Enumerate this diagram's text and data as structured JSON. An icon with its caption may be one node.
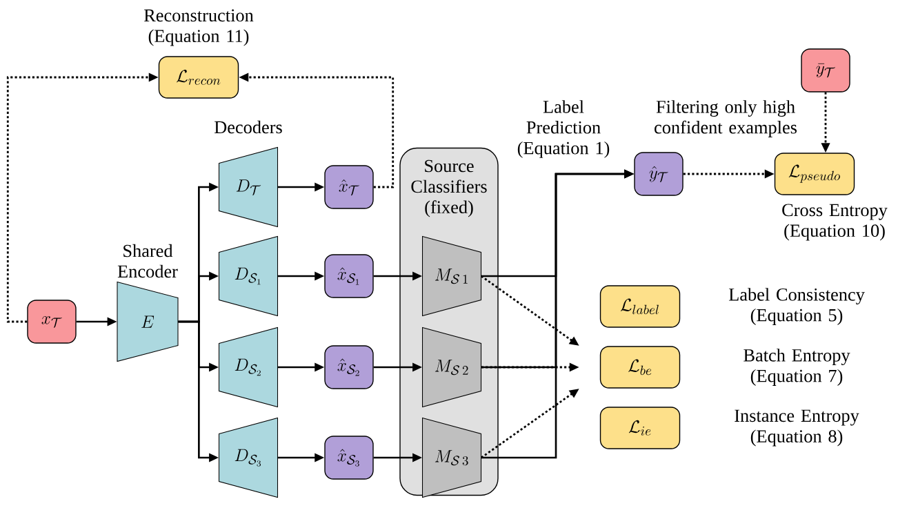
{
  "diagram": {
    "nodes": [
      {
        "text": [
          "x_{\\mathcal{T}}"
        ]
      },
      {
        "text": [
          "E"
        ],
        "beside": [
          "Shared Encoder"
        ]
      },
      {
        "text": [
          "D_{\\mathcal{T}}"
        ]
      },
      {
        "text": [
          "D_{\\mathcal{S}_1}"
        ]
      },
      {
        "text": [
          "D_{\\mathcal{S}_2}"
        ]
      },
      {
        "text": [
          "D_{\\mathcal{S}_3}"
        ]
      },
      {
        "text": [
          "\\hat{x}_{\\mathcal{T}}"
        ]
      },
      {
        "text": [
          "\\hat{x}_{\\mathcal{S}_1}"
        ]
      },
      {
        "text": [
          "\\hat{x}_{\\mathcal{S}_2}"
        ]
      },
      {
        "text": [
          "\\hat{x}_{\\mathcal{S}_3}"
        ]
      },
      {
        "text": [
          "Source Classifiers (fixed)"
        ]
      },
      {
        "text": [
          "M_{\\mathcal{S}\\,1}"
        ],
        "in": 10
      },
      {
        "text": [
          "M_{\\mathcal{S}\\,2}"
        ],
        "in": 10
      },
      {
        "text": [
          "M_{\\mathcal{S}\\,3}"
        ],
        "in": 10
      },
      {
        "text": [
          "\\mathcal{L}_{recon}"
        ],
        "beside": [
          "Reconstruction (Equation 11)"
        ]
      },
      {
        "text": [
          "\\hat{y}_{\\mathcal{T}}"
        ]
      },
      {
        "text": [
          "\\bar{y}_{\\mathcal{T}}"
        ]
      },
      {
        "text": [
          "\\mathcal{L}_{pseudo}"
        ],
        "beside": [
          "Cross Entropy (Equation 10)"
        ]
      },
      {
        "text": [
          "\\mathcal{L}_{label}"
        ],
        "beside": [
          "Label Consistency (Equation 5)"
        ]
      },
      {
        "text": [
          "\\mathcal{L}_{be}"
        ],
        "beside": [
          "Batch Entropy (Equation 7)"
        ]
      },
      {
        "text": [
          "\\mathcal{L}_{ie}"
        ],
        "beside": [
          "Instance Entropy (Equation 8)"
        ]
      }
    ],
    "edges": [
      {
        "from": 0,
        "to": 1,
        "arrow": "to"
      },
      {
        "from": 1,
        "to": 2,
        "arrow": "to"
      },
      {
        "from": 1,
        "to": 3,
        "arrow": "to"
      },
      {
        "from": 1,
        "to": 4,
        "arrow": "to"
      },
      {
        "from": 1,
        "to": 5,
        "arrow": "to"
      },
      {
        "from": 2,
        "to": 6,
        "arrow": "to"
      },
      {
        "from": 3,
        "to": 7,
        "arrow": "to"
      },
      {
        "from": 4,
        "to": 8,
        "arrow": "to"
      },
      {
        "from": 5,
        "to": 9,
        "arrow": "to"
      },
      {
        "from": 7,
        "to": 11,
        "arrow": "to"
      },
      {
        "from": 8,
        "to": 12,
        "arrow": "to"
      },
      {
        "from": 9,
        "to": 13,
        "arrow": "to"
      },
      {
        "from": 6,
        "to": 14,
        "arrow": "to",
        "style": "dashed"
      },
      {
        "from": 0,
        "to": 14,
        "arrow": "to",
        "style": "dashed"
      },
      {
        "from": 11,
        "to": 15,
        "arrow": "to"
      },
      {
        "from": 12,
        "to": 15,
        "arrow": "to"
      },
      {
        "from": 13,
        "to": 15,
        "arrow": "to"
      },
      {
        "from": 15,
        "to": 17,
        "arrow": "to",
        "style": "dashed",
        "label": "Filtering only high confident examples"
      },
      {
        "from": 16,
        "to": 17,
        "arrow": "to",
        "style": "dashed"
      },
      {
        "from": 11,
        "to": 19,
        "arrow": "to",
        "style": "dashed"
      },
      {
        "from": 12,
        "to": 19,
        "arrow": "to",
        "style": "dashed"
      },
      {
        "from": 13,
        "to": 19,
        "arrow": "to",
        "style": "dashed"
      }
    ],
    "labels": [
      "Decoders",
      "Label Prediction (Equation 1)"
    ]
  }
}
